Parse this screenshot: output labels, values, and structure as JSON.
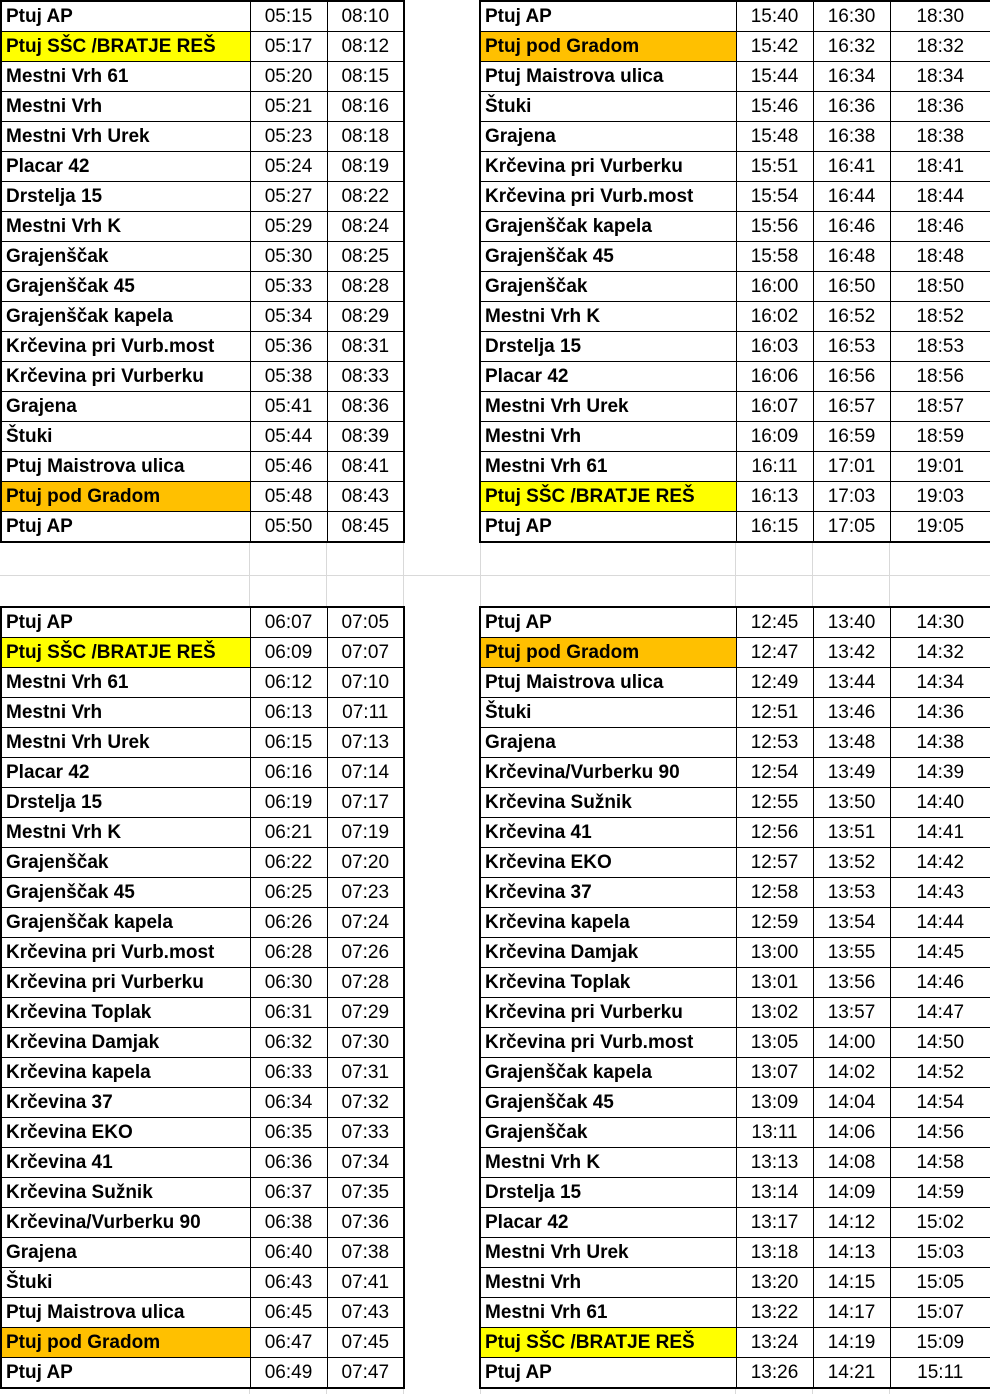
{
  "colors": {
    "yellow": "#ffff00",
    "orange": "#ffc000"
  },
  "blocks": [
    {
      "id": "top-left",
      "rows": [
        {
          "stop": "Ptuj AP",
          "times": [
            "05:15",
            "08:10"
          ]
        },
        {
          "stop": "Ptuj SŠC /BRATJE REŠ",
          "times": [
            "05:17",
            "08:12"
          ],
          "hl": "yellow"
        },
        {
          "stop": "Mestni Vrh 61",
          "times": [
            "05:20",
            "08:15"
          ]
        },
        {
          "stop": "Mestni Vrh",
          "times": [
            "05:21",
            "08:16"
          ]
        },
        {
          "stop": "Mestni Vrh Urek",
          "times": [
            "05:23",
            "08:18"
          ]
        },
        {
          "stop": "Placar 42",
          "times": [
            "05:24",
            "08:19"
          ]
        },
        {
          "stop": "Drstelja 15",
          "times": [
            "05:27",
            "08:22"
          ]
        },
        {
          "stop": "Mestni Vrh K",
          "times": [
            "05:29",
            "08:24"
          ]
        },
        {
          "stop": "Grajenščak",
          "times": [
            "05:30",
            "08:25"
          ]
        },
        {
          "stop": "Grajenščak 45",
          "times": [
            "05:33",
            "08:28"
          ]
        },
        {
          "stop": "Grajenščak kapela",
          "times": [
            "05:34",
            "08:29"
          ]
        },
        {
          "stop": "Krčevina pri Vurb.most",
          "times": [
            "05:36",
            "08:31"
          ]
        },
        {
          "stop": "Krčevina pri Vurberku",
          "times": [
            "05:38",
            "08:33"
          ]
        },
        {
          "stop": "Grajena",
          "times": [
            "05:41",
            "08:36"
          ]
        },
        {
          "stop": "Štuki",
          "times": [
            "05:44",
            "08:39"
          ]
        },
        {
          "stop": "Ptuj Maistrova ulica",
          "times": [
            "05:46",
            "08:41"
          ]
        },
        {
          "stop": "Ptuj pod Gradom",
          "times": [
            "05:48",
            "08:43"
          ],
          "hl": "orange"
        },
        {
          "stop": "Ptuj AP",
          "times": [
            "05:50",
            "08:45"
          ]
        }
      ]
    },
    {
      "id": "top-right",
      "rows": [
        {
          "stop": "Ptuj AP",
          "times": [
            "15:40",
            "16:30",
            "18:30"
          ]
        },
        {
          "stop": "Ptuj pod Gradom",
          "times": [
            "15:42",
            "16:32",
            "18:32"
          ],
          "hl": "orange"
        },
        {
          "stop": "Ptuj Maistrova ulica",
          "times": [
            "15:44",
            "16:34",
            "18:34"
          ]
        },
        {
          "stop": "Štuki",
          "times": [
            "15:46",
            "16:36",
            "18:36"
          ]
        },
        {
          "stop": "Grajena",
          "times": [
            "15:48",
            "16:38",
            "18:38"
          ]
        },
        {
          "stop": "Krčevina pri Vurberku",
          "times": [
            "15:51",
            "16:41",
            "18:41"
          ]
        },
        {
          "stop": "Krčevina pri Vurb.most",
          "times": [
            "15:54",
            "16:44",
            "18:44"
          ]
        },
        {
          "stop": "Grajenščak kapela",
          "times": [
            "15:56",
            "16:46",
            "18:46"
          ]
        },
        {
          "stop": "Grajenščak 45",
          "times": [
            "15:58",
            "16:48",
            "18:48"
          ]
        },
        {
          "stop": "Grajenščak",
          "times": [
            "16:00",
            "16:50",
            "18:50"
          ]
        },
        {
          "stop": "Mestni Vrh K",
          "times": [
            "16:02",
            "16:52",
            "18:52"
          ]
        },
        {
          "stop": "Drstelja 15",
          "times": [
            "16:03",
            "16:53",
            "18:53"
          ]
        },
        {
          "stop": "Placar 42",
          "times": [
            "16:06",
            "16:56",
            "18:56"
          ]
        },
        {
          "stop": "Mestni Vrh Urek",
          "times": [
            "16:07",
            "16:57",
            "18:57"
          ]
        },
        {
          "stop": "Mestni Vrh",
          "times": [
            "16:09",
            "16:59",
            "18:59"
          ]
        },
        {
          "stop": "Mestni Vrh 61",
          "times": [
            "16:11",
            "17:01",
            "19:01"
          ]
        },
        {
          "stop": "Ptuj SŠC /BRATJE REŠ",
          "times": [
            "16:13",
            "17:03",
            "19:03"
          ],
          "hl": "yellow"
        },
        {
          "stop": "Ptuj AP",
          "times": [
            "16:15",
            "17:05",
            "19:05"
          ]
        }
      ]
    },
    {
      "id": "bottom-left",
      "rows": [
        {
          "stop": "Ptuj AP",
          "times": [
            "06:07",
            "07:05"
          ]
        },
        {
          "stop": "Ptuj SŠC /BRATJE REŠ",
          "times": [
            "06:09",
            "07:07"
          ],
          "hl": "yellow"
        },
        {
          "stop": "Mestni Vrh 61",
          "times": [
            "06:12",
            "07:10"
          ]
        },
        {
          "stop": "Mestni Vrh",
          "times": [
            "06:13",
            "07:11"
          ]
        },
        {
          "stop": "Mestni Vrh Urek",
          "times": [
            "06:15",
            "07:13"
          ]
        },
        {
          "stop": "Placar 42",
          "times": [
            "06:16",
            "07:14"
          ]
        },
        {
          "stop": "Drstelja 15",
          "times": [
            "06:19",
            "07:17"
          ]
        },
        {
          "stop": "Mestni Vrh K",
          "times": [
            "06:21",
            "07:19"
          ]
        },
        {
          "stop": "Grajenščak",
          "times": [
            "06:22",
            "07:20"
          ]
        },
        {
          "stop": "Grajenščak 45",
          "times": [
            "06:25",
            "07:23"
          ]
        },
        {
          "stop": "Grajenščak kapela",
          "times": [
            "06:26",
            "07:24"
          ]
        },
        {
          "stop": "Krčevina pri Vurb.most",
          "times": [
            "06:28",
            "07:26"
          ]
        },
        {
          "stop": "Krčevina pri Vurberku",
          "times": [
            "06:30",
            "07:28"
          ]
        },
        {
          "stop": "Krčevina Toplak",
          "times": [
            "06:31",
            "07:29"
          ]
        },
        {
          "stop": "Krčevina Damjak",
          "times": [
            "06:32",
            "07:30"
          ]
        },
        {
          "stop": "Krčevina kapela",
          "times": [
            "06:33",
            "07:31"
          ]
        },
        {
          "stop": "Krčevina 37",
          "times": [
            "06:34",
            "07:32"
          ]
        },
        {
          "stop": "Krčevina EKO",
          "times": [
            "06:35",
            "07:33"
          ]
        },
        {
          "stop": "Krčevina 41",
          "times": [
            "06:36",
            "07:34"
          ]
        },
        {
          "stop": "Krčevina Sužnik",
          "times": [
            "06:37",
            "07:35"
          ]
        },
        {
          "stop": "Krčevina/Vurberku 90",
          "times": [
            "06:38",
            "07:36"
          ]
        },
        {
          "stop": "Grajena",
          "times": [
            "06:40",
            "07:38"
          ]
        },
        {
          "stop": "Štuki",
          "times": [
            "06:43",
            "07:41"
          ]
        },
        {
          "stop": "Ptuj Maistrova ulica",
          "times": [
            "06:45",
            "07:43"
          ]
        },
        {
          "stop": "Ptuj pod Gradom",
          "times": [
            "06:47",
            "07:45"
          ],
          "hl": "orange"
        },
        {
          "stop": "Ptuj AP",
          "times": [
            "06:49",
            "07:47"
          ]
        }
      ]
    },
    {
      "id": "bottom-right",
      "rows": [
        {
          "stop": "Ptuj AP",
          "times": [
            "12:45",
            "13:40",
            "14:30"
          ]
        },
        {
          "stop": "Ptuj pod Gradom",
          "times": [
            "12:47",
            "13:42",
            "14:32"
          ],
          "hl": "orange"
        },
        {
          "stop": "Ptuj Maistrova ulica",
          "times": [
            "12:49",
            "13:44",
            "14:34"
          ]
        },
        {
          "stop": "Štuki",
          "times": [
            "12:51",
            "13:46",
            "14:36"
          ]
        },
        {
          "stop": "Grajena",
          "times": [
            "12:53",
            "13:48",
            "14:38"
          ]
        },
        {
          "stop": "Krčevina/Vurberku 90",
          "times": [
            "12:54",
            "13:49",
            "14:39"
          ]
        },
        {
          "stop": "Krčevina Sužnik",
          "times": [
            "12:55",
            "13:50",
            "14:40"
          ]
        },
        {
          "stop": "Krčevina 41",
          "times": [
            "12:56",
            "13:51",
            "14:41"
          ]
        },
        {
          "stop": "Krčevina EKO",
          "times": [
            "12:57",
            "13:52",
            "14:42"
          ]
        },
        {
          "stop": "Krčevina 37",
          "times": [
            "12:58",
            "13:53",
            "14:43"
          ]
        },
        {
          "stop": "Krčevina kapela",
          "times": [
            "12:59",
            "13:54",
            "14:44"
          ]
        },
        {
          "stop": "Krčevina Damjak",
          "times": [
            "13:00",
            "13:55",
            "14:45"
          ]
        },
        {
          "stop": "Krčevina Toplak",
          "times": [
            "13:01",
            "13:56",
            "14:46"
          ]
        },
        {
          "stop": "Krčevina pri Vurberku",
          "times": [
            "13:02",
            "13:57",
            "14:47"
          ]
        },
        {
          "stop": "Krčevina pri Vurb.most",
          "times": [
            "13:05",
            "14:00",
            "14:50"
          ]
        },
        {
          "stop": "Grajenščak kapela",
          "times": [
            "13:07",
            "14:02",
            "14:52"
          ]
        },
        {
          "stop": "Grajenščak 45",
          "times": [
            "13:09",
            "14:04",
            "14:54"
          ]
        },
        {
          "stop": "Grajenščak",
          "times": [
            "13:11",
            "14:06",
            "14:56"
          ]
        },
        {
          "stop": "Mestni Vrh K",
          "times": [
            "13:13",
            "14:08",
            "14:58"
          ]
        },
        {
          "stop": "Drstelja 15",
          "times": [
            "13:14",
            "14:09",
            "14:59"
          ]
        },
        {
          "stop": "Placar 42",
          "times": [
            "13:17",
            "14:12",
            "15:02"
          ]
        },
        {
          "stop": "Mestni Vrh Urek",
          "times": [
            "13:18",
            "14:13",
            "15:03"
          ]
        },
        {
          "stop": "Mestni Vrh",
          "times": [
            "13:20",
            "14:15",
            "15:05"
          ]
        },
        {
          "stop": "Mestni Vrh 61",
          "times": [
            "13:22",
            "14:17",
            "15:07"
          ]
        },
        {
          "stop": "Ptuj SŠC /BRATJE REŠ",
          "times": [
            "13:24",
            "14:19",
            "15:09"
          ],
          "hl": "yellow"
        },
        {
          "stop": "Ptuj AP",
          "times": [
            "13:26",
            "14:21",
            "15:11"
          ]
        }
      ]
    }
  ]
}
